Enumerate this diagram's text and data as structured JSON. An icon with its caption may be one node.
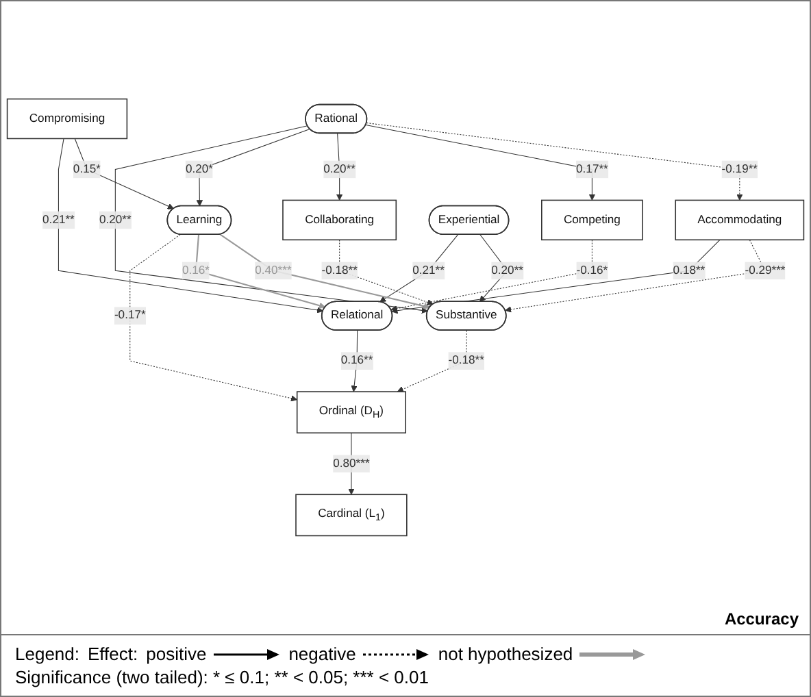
{
  "diagram": {
    "nodes": [
      {
        "text": [
          "Accommodating"
        ]
      },
      {
        "text": [
          "Compromising"
        ]
      },
      {
        "text": [
          "Competing"
        ]
      },
      {
        "text": [
          "Collaborating"
        ]
      },
      {
        "text": [
          "Rational"
        ]
      },
      {
        "text": [
          "Learning"
        ]
      },
      {
        "text": [
          "Experiential"
        ]
      },
      {
        "text": [
          "Substantive"
        ]
      },
      {
        "text": [
          "Relational"
        ]
      },
      {
        "text": [
          "Ordinal (D$_{H}$)"
        ]
      },
      {
        "text": [
          "Cardinal (L$_{1}$)"
        ]
      }
    ],
    "edges": [
      {
        "from": 4,
        "to": 0,
        "arrow": "to",
        "style": "dashed",
        "label": "-0.19**"
      },
      {
        "from": 4,
        "to": 2,
        "arrow": "to",
        "label": "0.17**"
      },
      {
        "from": 4,
        "to": 3,
        "arrow": "to",
        "label": "0.20**"
      },
      {
        "from": 4,
        "to": 5,
        "arrow": "to",
        "label": "0.20*"
      },
      {
        "from": 4,
        "to": 7,
        "arrow": "to",
        "label": "0.20**"
      },
      {
        "from": 0,
        "to": 7,
        "arrow": "to",
        "style": "dashed",
        "label": "-0.29***"
      },
      {
        "from": 0,
        "to": 8,
        "arrow": "to",
        "label": "0.18**"
      },
      {
        "from": 1,
        "to": 5,
        "arrow": "to",
        "label": "0.15*"
      },
      {
        "from": 1,
        "to": 8,
        "arrow": "to",
        "label": "0.21**"
      },
      {
        "from": 2,
        "to": 8,
        "arrow": "to",
        "style": "dashed",
        "label": "-0.16*"
      },
      {
        "from": 3,
        "to": 7,
        "arrow": "to",
        "style": "dashed",
        "label": "-0.18**"
      },
      {
        "from": 6,
        "to": 7,
        "arrow": "to",
        "label": "0.20**"
      },
      {
        "from": 6,
        "to": 8,
        "arrow": "to",
        "label": "0.21**"
      },
      {
        "from": 5,
        "to": 7,
        "arrow": "to",
        "color": "#999999",
        "label": "0.40***"
      },
      {
        "from": 5,
        "to": 8,
        "arrow": "to",
        "color": "#999999",
        "label": "0.16*"
      },
      {
        "from": 5,
        "to": 9,
        "arrow": "to",
        "style": "dashed",
        "label": "-0.17*"
      },
      {
        "from": 7,
        "to": 9,
        "arrow": "to",
        "style": "dashed",
        "label": "-0.18**"
      },
      {
        "from": 8,
        "to": 9,
        "arrow": "to",
        "label": "0.16**"
      },
      {
        "from": 9,
        "to": 10,
        "arrow": "to",
        "label": "0.80***"
      }
    ],
    "labels": [
      "Accuracy",
      "Legend:",
      "Effect:",
      "Significance (two tailed): * ≤ 0.1;  ** < 0.05;  *** < 0.01"
    ],
    "legend": [
      {
        "text": "positive"
      },
      {
        "text": "negative"
      },
      {
        "text": "not hypothesized"
      }
    ]
  }
}
